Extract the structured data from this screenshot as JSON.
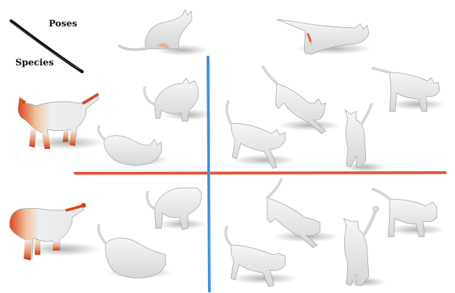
{
  "labels": {
    "poses": "Poses",
    "species": "Species"
  },
  "colors": {
    "pose_axis": "#3a8de0",
    "species_axis": "#e0553a",
    "body": "#ececec",
    "outline": "#9a9a9a",
    "shadow": "#8a8a8a",
    "heat": "#d9441c"
  },
  "figures": [
    {
      "id": "cat-sitting-top",
      "species": "cat",
      "pose": "sitting"
    },
    {
      "id": "cat-stretching-top",
      "species": "cat",
      "pose": "stretching"
    },
    {
      "id": "cat-reference-heatmap",
      "species": "cat",
      "pose": "standing",
      "highlighted": true
    },
    {
      "id": "cat-crouching",
      "species": "cat",
      "pose": "crouching"
    },
    {
      "id": "cat-lying",
      "species": "cat",
      "pose": "lying"
    },
    {
      "id": "cat-walking-1",
      "species": "cat",
      "pose": "walking"
    },
    {
      "id": "cat-walking-2",
      "species": "cat",
      "pose": "walking"
    },
    {
      "id": "cat-standing",
      "species": "cat",
      "pose": "standing"
    },
    {
      "id": "cat-upright",
      "species": "cat",
      "pose": "upright"
    },
    {
      "id": "lion-reference-heatmap",
      "species": "lion",
      "pose": "standing",
      "highlighted": true
    },
    {
      "id": "lion-crouching",
      "species": "lion",
      "pose": "crouching"
    },
    {
      "id": "lion-lying",
      "species": "lion",
      "pose": "lying"
    },
    {
      "id": "lion-walking-1",
      "species": "lion",
      "pose": "walking"
    },
    {
      "id": "lion-walking-2",
      "species": "lion",
      "pose": "walking"
    },
    {
      "id": "lion-standing",
      "species": "lion",
      "pose": "standing"
    },
    {
      "id": "lion-upright",
      "species": "lion",
      "pose": "upright"
    }
  ]
}
